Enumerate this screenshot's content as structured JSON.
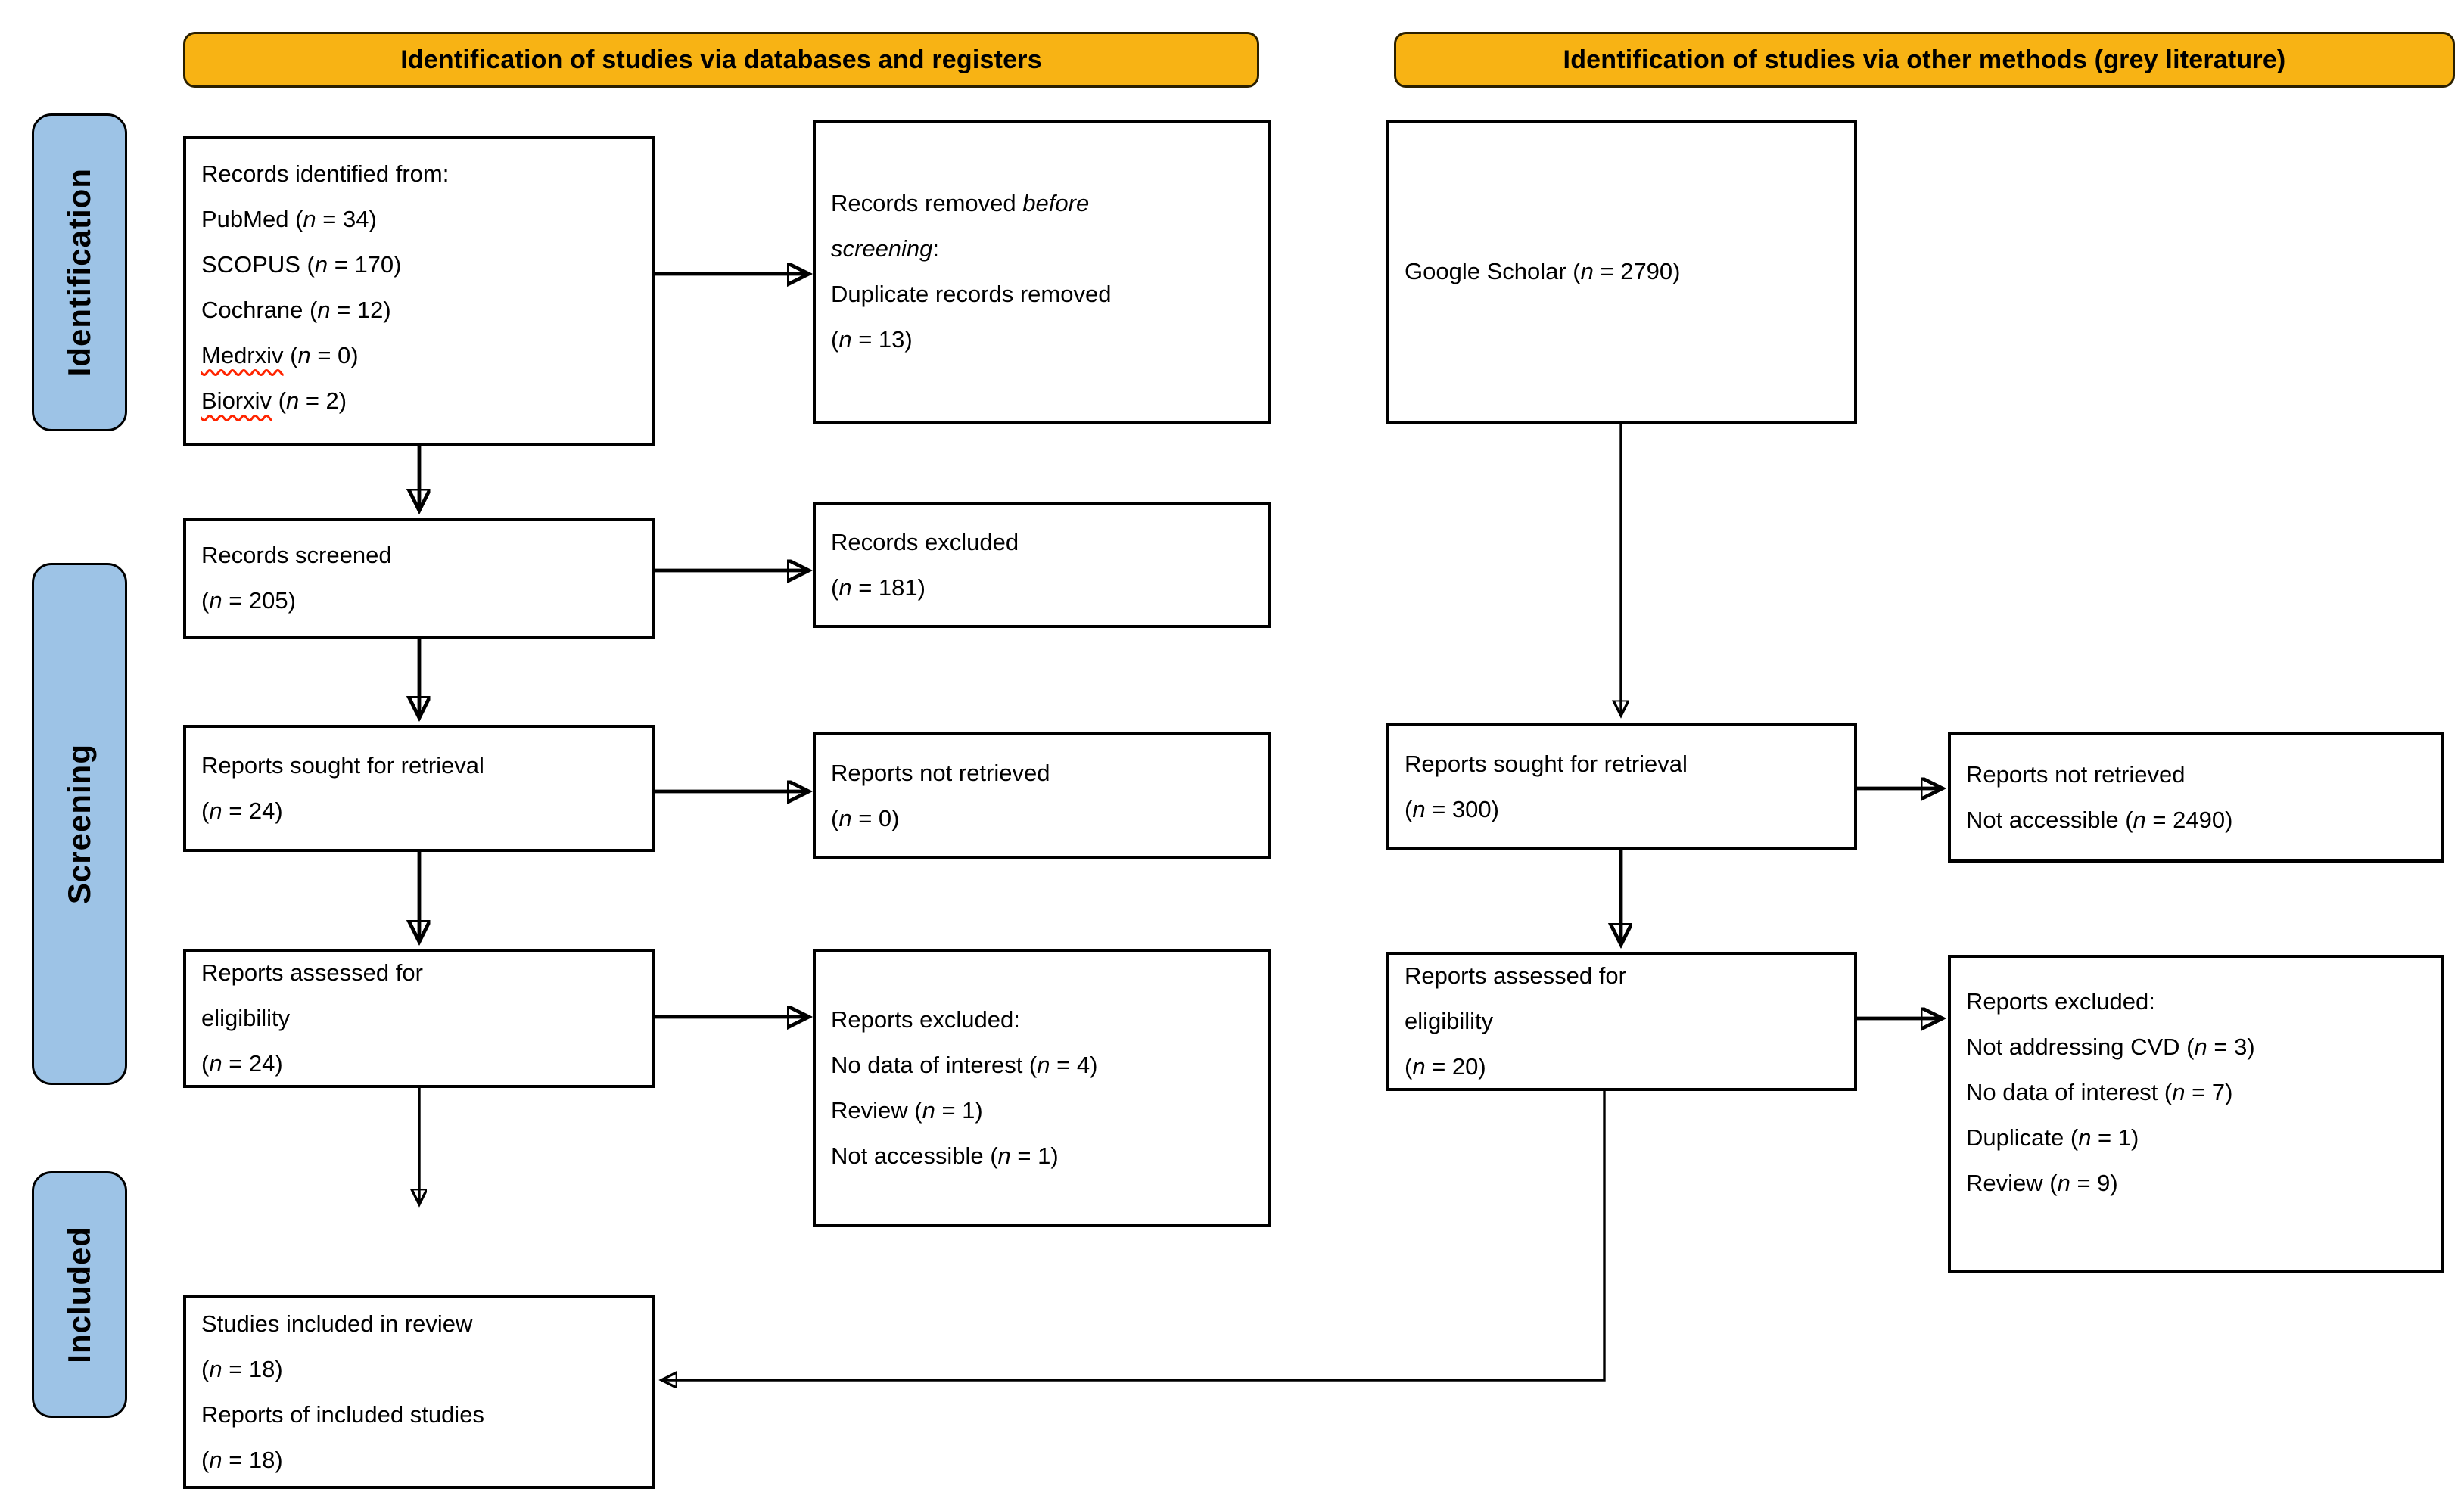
{
  "headers": {
    "left": "Identification of studies via databases and registers",
    "right": "Identification of studies via other methods (grey literature)"
  },
  "stages": [
    {
      "label": "Identification"
    },
    {
      "label": "Screening"
    },
    {
      "label": "Included"
    }
  ],
  "colors": {
    "header_bg": "#F8B314",
    "sidebar_bg": "#9DC3E6",
    "box_border": "#000000",
    "arrow": "#000000",
    "spellcheck_underline": "#FF2400"
  },
  "boxes": {
    "records_identified": {
      "lines": [
        [
          {
            "t": "Records identified from:"
          }
        ],
        [
          {
            "t": "PubMed ("
          },
          {
            "t": "n",
            "i": 1
          },
          {
            "t": " = 34)"
          }
        ],
        [
          {
            "t": "SCOPUS ("
          },
          {
            "t": "n",
            "i": 1
          },
          {
            "t": " = 170)"
          }
        ],
        [
          {
            "t": "Cochrane ("
          },
          {
            "t": "n",
            "i": 1
          },
          {
            "t": " = 12)"
          }
        ],
        [
          {
            "t": "Medrxiv",
            "w": 1
          },
          {
            "t": " ("
          },
          {
            "t": "n",
            "i": 1
          },
          {
            "t": " = 0)"
          }
        ],
        [
          {
            "t": "Biorxiv",
            "w": 1
          },
          {
            "t": " ("
          },
          {
            "t": "n",
            "i": 1
          },
          {
            "t": " = 2)"
          }
        ]
      ]
    },
    "records_removed": {
      "lines": [
        [
          {
            "t": "Records removed "
          },
          {
            "t": "before",
            "i": 1
          }
        ],
        [
          {
            "t": "screening",
            "i": 1
          },
          {
            "t": ":"
          }
        ],
        [
          {
            "t": "Duplicate records removed"
          }
        ],
        [
          {
            "t": "("
          },
          {
            "t": "n",
            "i": 1
          },
          {
            "t": " = 13)"
          }
        ]
      ]
    },
    "google_scholar": {
      "lines": [
        [
          {
            "t": "Google Scholar ("
          },
          {
            "t": "n",
            "i": 1
          },
          {
            "t": " = 2790)"
          }
        ]
      ]
    },
    "records_screened": {
      "lines": [
        [
          {
            "t": "Records screened"
          }
        ],
        [
          {
            "t": "("
          },
          {
            "t": "n",
            "i": 1
          },
          {
            "t": " = 205)"
          }
        ]
      ]
    },
    "records_excluded": {
      "lines": [
        [
          {
            "t": "Records excluded"
          }
        ],
        [
          {
            "t": "("
          },
          {
            "t": "n",
            "i": 1
          },
          {
            "t": " = 181)"
          }
        ]
      ]
    },
    "reports_sought_databases": {
      "lines": [
        [
          {
            "t": "Reports sought for retrieval"
          }
        ],
        [
          {
            "t": "("
          },
          {
            "t": "n",
            "i": 1
          },
          {
            "t": " = 24)"
          }
        ]
      ]
    },
    "reports_not_retrieved_databases": {
      "lines": [
        [
          {
            "t": "Reports not retrieved"
          }
        ],
        [
          {
            "t": "("
          },
          {
            "t": "n",
            "i": 1
          },
          {
            "t": " = 0)"
          }
        ]
      ]
    },
    "reports_sought_other": {
      "lines": [
        [
          {
            "t": "Reports sought for retrieval"
          }
        ],
        [
          {
            "t": "("
          },
          {
            "t": "n",
            "i": 1
          },
          {
            "t": " = 300)"
          }
        ]
      ]
    },
    "reports_not_retrieved_other": {
      "lines": [
        [
          {
            "t": "Reports not retrieved"
          }
        ],
        [
          {
            "t": "Not accessible ("
          },
          {
            "t": "n",
            "i": 1
          },
          {
            "t": " = 2490)"
          }
        ]
      ]
    },
    "reports_assessed_databases": {
      "lines": [
        [
          {
            "t": "Reports assessed for"
          }
        ],
        [
          {
            "t": "eligibility"
          }
        ],
        [
          {
            "t": "("
          },
          {
            "t": "n",
            "i": 1
          },
          {
            "t": " = 24)"
          }
        ]
      ]
    },
    "reports_excluded_databases": {
      "lines": [
        [
          {
            "t": "Reports excluded:"
          }
        ],
        [
          {
            "t": "No data of interest ("
          },
          {
            "t": "n",
            "i": 1
          },
          {
            "t": " = 4)"
          }
        ],
        [
          {
            "t": "Review ("
          },
          {
            "t": "n",
            "i": 1
          },
          {
            "t": " = 1)"
          }
        ],
        [
          {
            "t": "Not accessible ("
          },
          {
            "t": "n",
            "i": 1
          },
          {
            "t": " = 1)"
          }
        ]
      ]
    },
    "reports_assessed_other": {
      "lines": [
        [
          {
            "t": "Reports assessed for"
          }
        ],
        [
          {
            "t": "eligibility"
          }
        ],
        [
          {
            "t": "("
          },
          {
            "t": "n",
            "i": 1
          },
          {
            "t": " = 20)"
          }
        ]
      ]
    },
    "reports_excluded_other": {
      "lines": [
        [
          {
            "t": "Reports excluded:"
          }
        ],
        [
          {
            "t": "Not addressing CVD ("
          },
          {
            "t": "n",
            "i": 1
          },
          {
            "t": " = 3)"
          }
        ],
        [
          {
            "t": "No data of interest ("
          },
          {
            "t": "n",
            "i": 1
          },
          {
            "t": " = 7)"
          }
        ],
        [
          {
            "t": "Duplicate ("
          },
          {
            "t": "n",
            "i": 1
          },
          {
            "t": " = 1)"
          }
        ],
        [
          {
            "t": "Review ("
          },
          {
            "t": "n",
            "i": 1
          },
          {
            "t": " = 9)"
          }
        ]
      ]
    },
    "studies_included": {
      "lines": [
        [
          {
            "t": "Studies included in review"
          }
        ],
        [
          {
            "t": "("
          },
          {
            "t": "n",
            "i": 1
          },
          {
            "t": " = 18)"
          }
        ],
        [
          {
            "t": "Reports of included studies"
          }
        ],
        [
          {
            "t": "("
          },
          {
            "t": "n",
            "i": 1
          },
          {
            "t": " = 18)"
          }
        ]
      ]
    }
  }
}
